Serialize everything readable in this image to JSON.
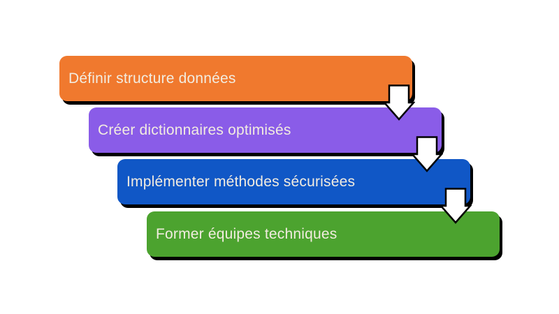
{
  "diagram": {
    "kind": "cascading-process-flow",
    "background_color": "#ffffff",
    "text_color": "#F2ECE0",
    "shadow_color": "#000000",
    "steps": [
      {
        "label": "Définir structure données",
        "color": "#F0792E"
      },
      {
        "label": "Créer dictionnaires optimisés",
        "color": "#8A5CE8"
      },
      {
        "label": "Implémenter méthodes sécurisées",
        "color": "#1057C6"
      },
      {
        "label": "Former équipes techniques",
        "color": "#4CA32F"
      }
    ],
    "arrow": {
      "direction": "down",
      "fill": "#FFFFFF",
      "stroke": "#000000"
    }
  }
}
